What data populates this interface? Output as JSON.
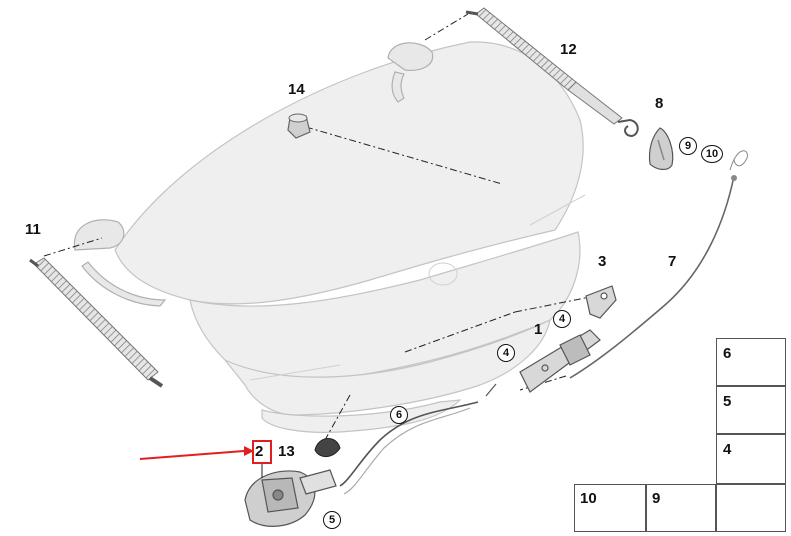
{
  "callouts": {
    "n1": "1",
    "n2": "2",
    "n3": "3",
    "n7": "7",
    "n8": "8",
    "n11": "11",
    "n12": "12",
    "n13": "13",
    "n14": "14"
  },
  "circled": {
    "c4a": "4",
    "c4b": "4",
    "c5": "5",
    "c6": "6",
    "c9": "9",
    "c10": "10"
  },
  "legend": {
    "six": "6",
    "five": "5",
    "four": "4",
    "ten": "10",
    "nine": "9"
  },
  "colors": {
    "highlight": "#e02020",
    "part_fill": "#eeeeee",
    "part_stroke": "#b8b8b8",
    "line": "#222222"
  }
}
